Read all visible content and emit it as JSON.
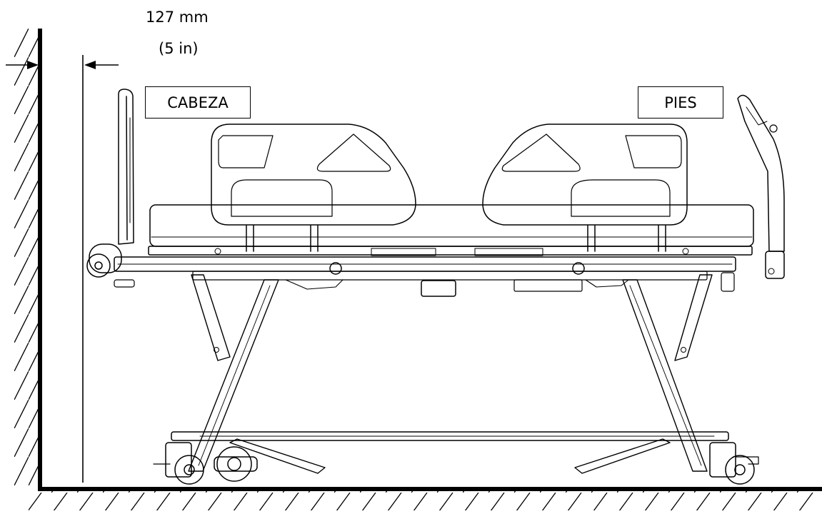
{
  "clearance": {
    "metric": "127 mm",
    "imperial": "(5 in)"
  },
  "labels": {
    "head": "CABEZA",
    "foot": "PIES"
  },
  "colors": {
    "line": "#000000",
    "background": "#ffffff"
  }
}
